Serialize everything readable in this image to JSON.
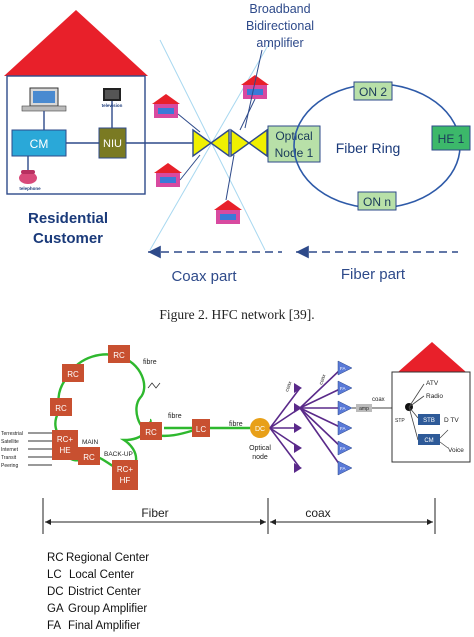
{
  "top": {
    "amplifier_label_lines": [
      "Broadband",
      "Bidirectional",
      "amplifier"
    ],
    "cm": "CM",
    "niu": "NIU",
    "television": "television",
    "telephone": "telephone",
    "optical_node_lines": [
      "Optical",
      "Node  1"
    ],
    "fiber_ring": "Fiber Ring",
    "on2": "ON 2",
    "onn": "ON n",
    "he1": "HE 1",
    "residential_lines": [
      "Residential",
      "Customer"
    ],
    "coax_part": "Coax part",
    "fiber_part": "Fiber part"
  },
  "caption": "Figure 2. HFC network [39].",
  "bottom": {
    "rc": "RC",
    "rc_he": "RC+\nHE",
    "rc_hf": "RC+\nHF",
    "main": "MAIN",
    "backup": "BACK-UP",
    "lc": "LC",
    "dc": "DC",
    "fibre_labels": [
      "fibre",
      "fibre",
      "fibre"
    ],
    "optical_node_lines": [
      "Optical",
      "node"
    ],
    "coax_small": [
      "coax",
      "coax",
      "coax"
    ],
    "fa": "FA",
    "ga": "GA",
    "amp": "amp",
    "stp": "STP",
    "stb": "STB",
    "cm": "CM",
    "atv": "ATV",
    "radio": "Radio",
    "dtv": "D TV",
    "voice": "Voice",
    "sources": [
      "Terrestrial",
      "Satellite",
      "Internet",
      "Transit",
      "Peering"
    ],
    "fiber": "Fiber",
    "coax": "coax"
  },
  "legend": [
    {
      "abbr": "RC",
      "text": "Regional Center"
    },
    {
      "abbr": "LC",
      "text": "Local Center"
    },
    {
      "abbr": "DC",
      "text": "District Center"
    },
    {
      "abbr": "GA",
      "text": "Group Amplifier"
    },
    {
      "abbr": "FA",
      "text": "Final Amplifier"
    }
  ],
  "colors": {
    "roof": "#e8202a",
    "cyan_box": "#2aa8d8",
    "niu_box": "#7a7a22",
    "node_box": "#b8e0a8",
    "he_box": "#3cb86a",
    "amp_yellow": "#f0f000",
    "ring_blue": "#2e5aa8",
    "text_blue": "#2e4a8a",
    "res_blue": "#1a3a7a",
    "green_fiber": "#2eb82e",
    "rc_red": "#c85030",
    "purple": "#5a2a8a",
    "gray": "#606060",
    "stb_blue": "#2e5a98"
  }
}
